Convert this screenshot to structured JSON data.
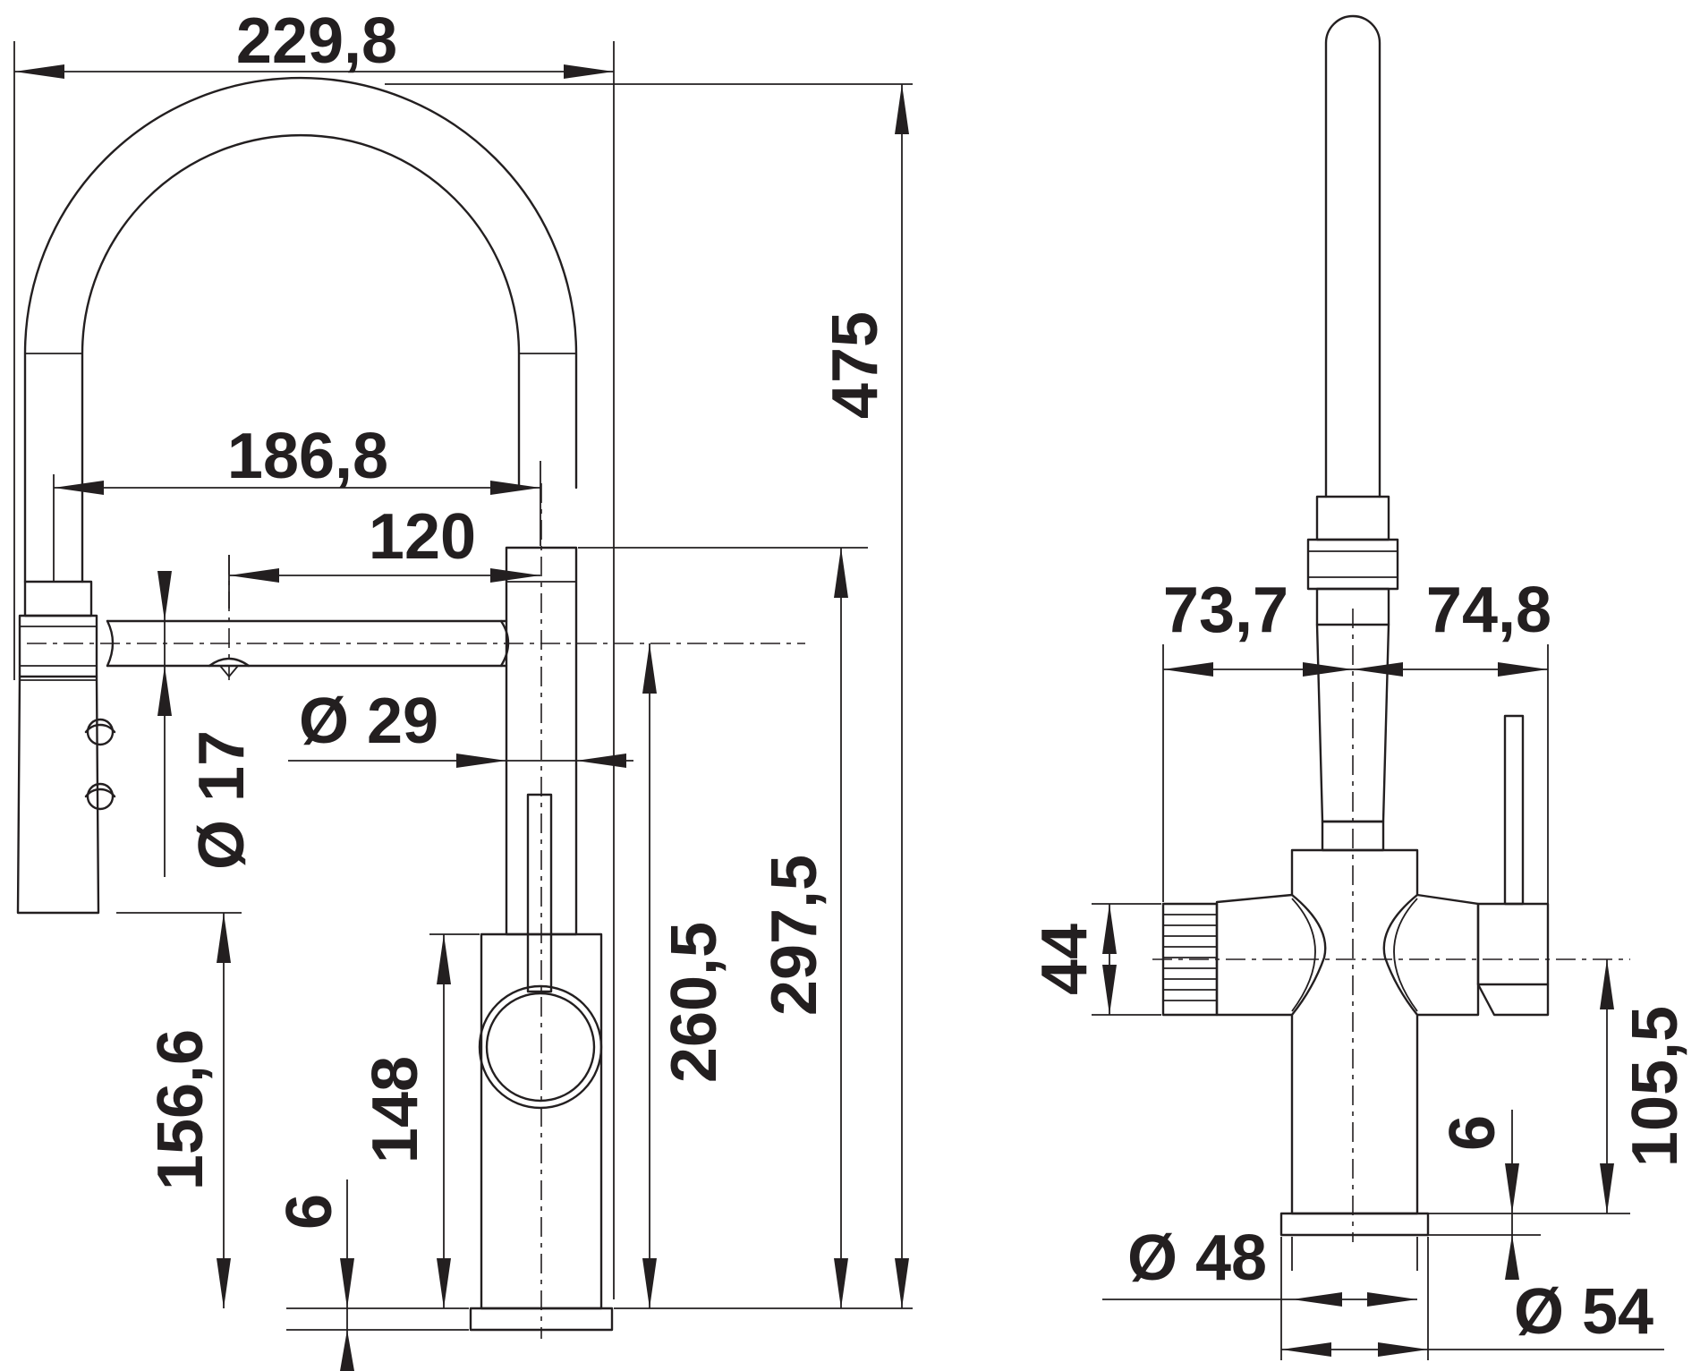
{
  "side_view": {
    "dimensions": {
      "overall_width": "229,8",
      "overall_height": "475",
      "spout_reach": "186,8",
      "handle_offset": "120",
      "hose_diameter": "Ø 29",
      "spray_diameter": "Ø 17",
      "spray_head_height": "156,6",
      "lever_block_height": "148",
      "spout_outlet_height": "260,5",
      "spout_bar_height": "297,5",
      "base_thickness": "6"
    }
  },
  "front_view": {
    "dimensions": {
      "left_offset": "73,7",
      "right_offset": "74,8",
      "knob_height": "44",
      "knob_center_height": "105,5",
      "base_thickness": "6",
      "body_diameter": "Ø 48",
      "base_diameter": "Ø 54"
    }
  }
}
